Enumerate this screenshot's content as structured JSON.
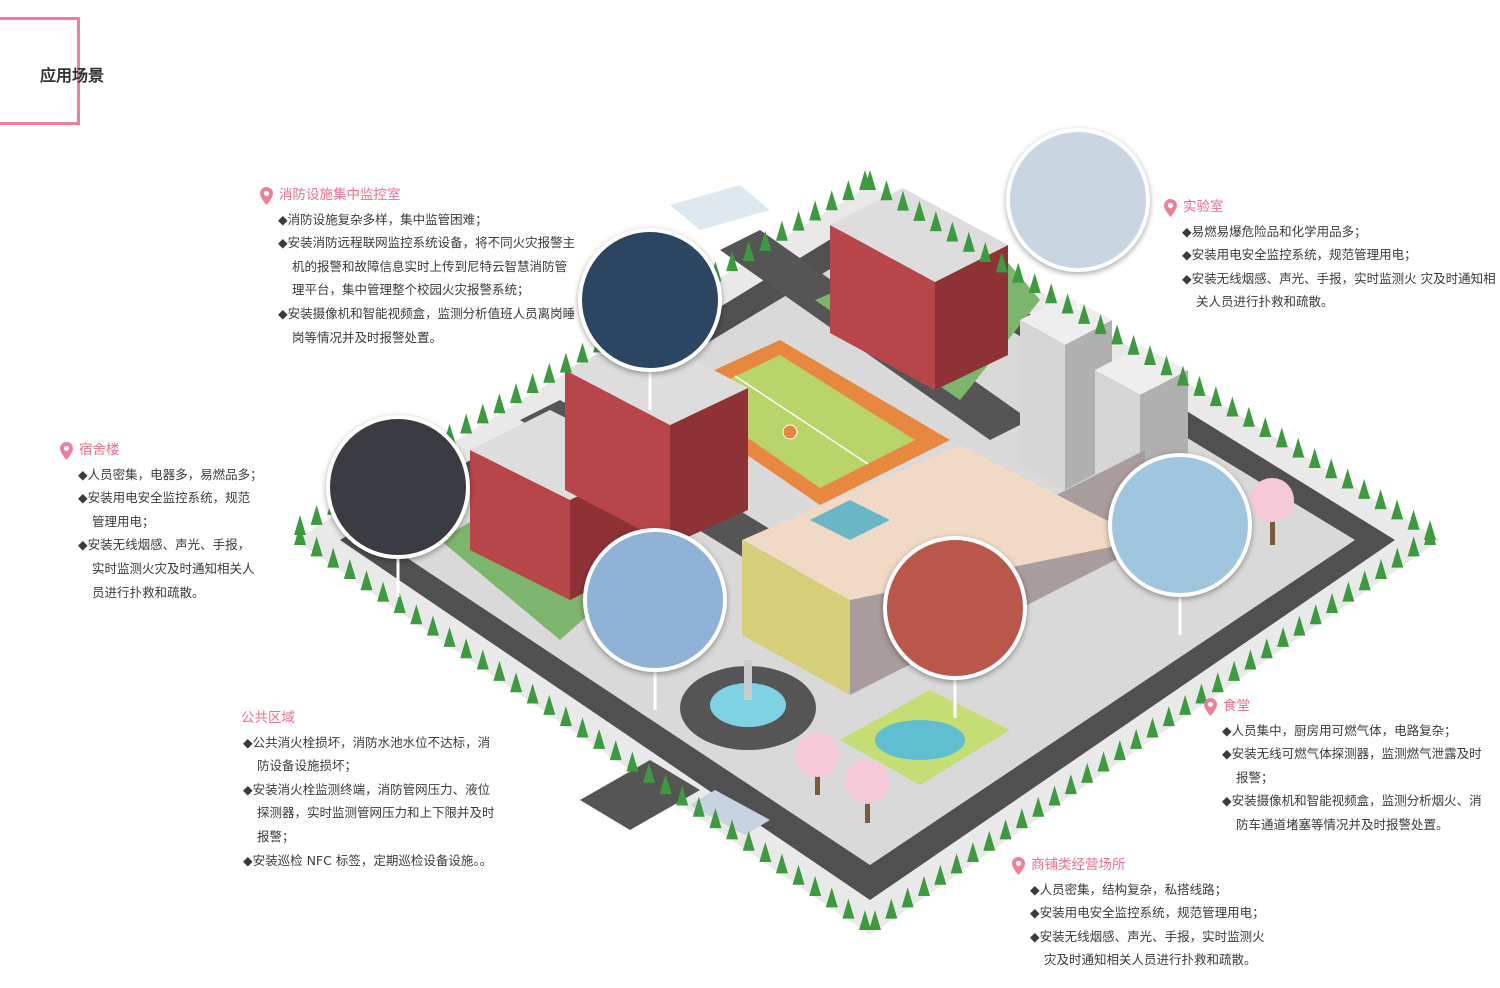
{
  "page": {
    "title": "应用场景"
  },
  "colors": {
    "accent": "#ee6f8c",
    "road": "#4a4a4a",
    "grass": "#8cc079",
    "brick": "#b8454a",
    "tree": "#3d9a3f"
  },
  "scenarios": [
    {
      "id": "control-room",
      "title": "消防设施集中监控室",
      "pin": true,
      "bullets": [
        [
          "◆消防设施复杂多样，集中监管困难；"
        ],
        [
          "◆安装消防远程联网监控系统设备，将不同火灾报警主",
          "机的报警和故障信息实时上传到尼特云智慧消防管",
          "理平台，集中管理整个校园火灾报警系统；"
        ],
        [
          "◆安装摄像机和智能视频盒，监测分析值班人员离岗睡",
          "岗等情况并及时报警处置。"
        ]
      ]
    },
    {
      "id": "lab",
      "title": "实验室",
      "pin": true,
      "bullets": [
        [
          "◆易燃易爆危险品和化学用品多；"
        ],
        [
          "◆安装用电安全监控系统，规范管理用电；"
        ],
        [
          "◆安装无线烟感、声光、手报，实时监测火 灾及时通知相",
          "关人员进行扑救和疏散。"
        ]
      ]
    },
    {
      "id": "dormitory",
      "title": "宿舍楼",
      "pin": true,
      "bullets": [
        [
          "◆人员密集，电器多，易燃品多；"
        ],
        [
          "◆安装用电安全监控系统，规范",
          "管理用电；"
        ],
        [
          "◆安装无线烟感、声光、手报，",
          "实时监测火灾及时通知相关人",
          "员进行扑救和疏散。"
        ]
      ]
    },
    {
      "id": "public-area",
      "title": "公共区域",
      "pin": false,
      "bullets": [
        [
          "◆公共消火栓损坏，消防水池水位不达标，消",
          "防设备设施损坏；"
        ],
        [
          "◆安装消火栓监测终端，消防管网压力、液位",
          "探测器，实时监测管网压力和上下限并及时",
          "报警；"
        ],
        [
          "◆安装巡检 NFC 标签，定期巡检设备设施。。"
        ]
      ]
    },
    {
      "id": "canteen",
      "title": "食堂",
      "pin": true,
      "bullets": [
        [
          "◆人员集中，厨房用可燃气体，电路复杂；"
        ],
        [
          "◆安装无线可燃气体探测器，监测燃气泄露及时",
          "报警；"
        ],
        [
          "◆安装摄像机和智能视频盒，监测分析烟火、消",
          "防车通道堵塞等情况并及时报警处置。"
        ]
      ]
    },
    {
      "id": "shops",
      "title": "商铺类经营场所",
      "pin": true,
      "bullets": [
        [
          "◆人员密集，结构复杂，私搭线路；"
        ],
        [
          "◆安装用电安全监控系统，规范管理用电；"
        ],
        [
          "◆安装无线烟感、声光、手报，实时监测火",
          "灾及时通知相关人员进行扑救和疏散。"
        ]
      ]
    }
  ]
}
